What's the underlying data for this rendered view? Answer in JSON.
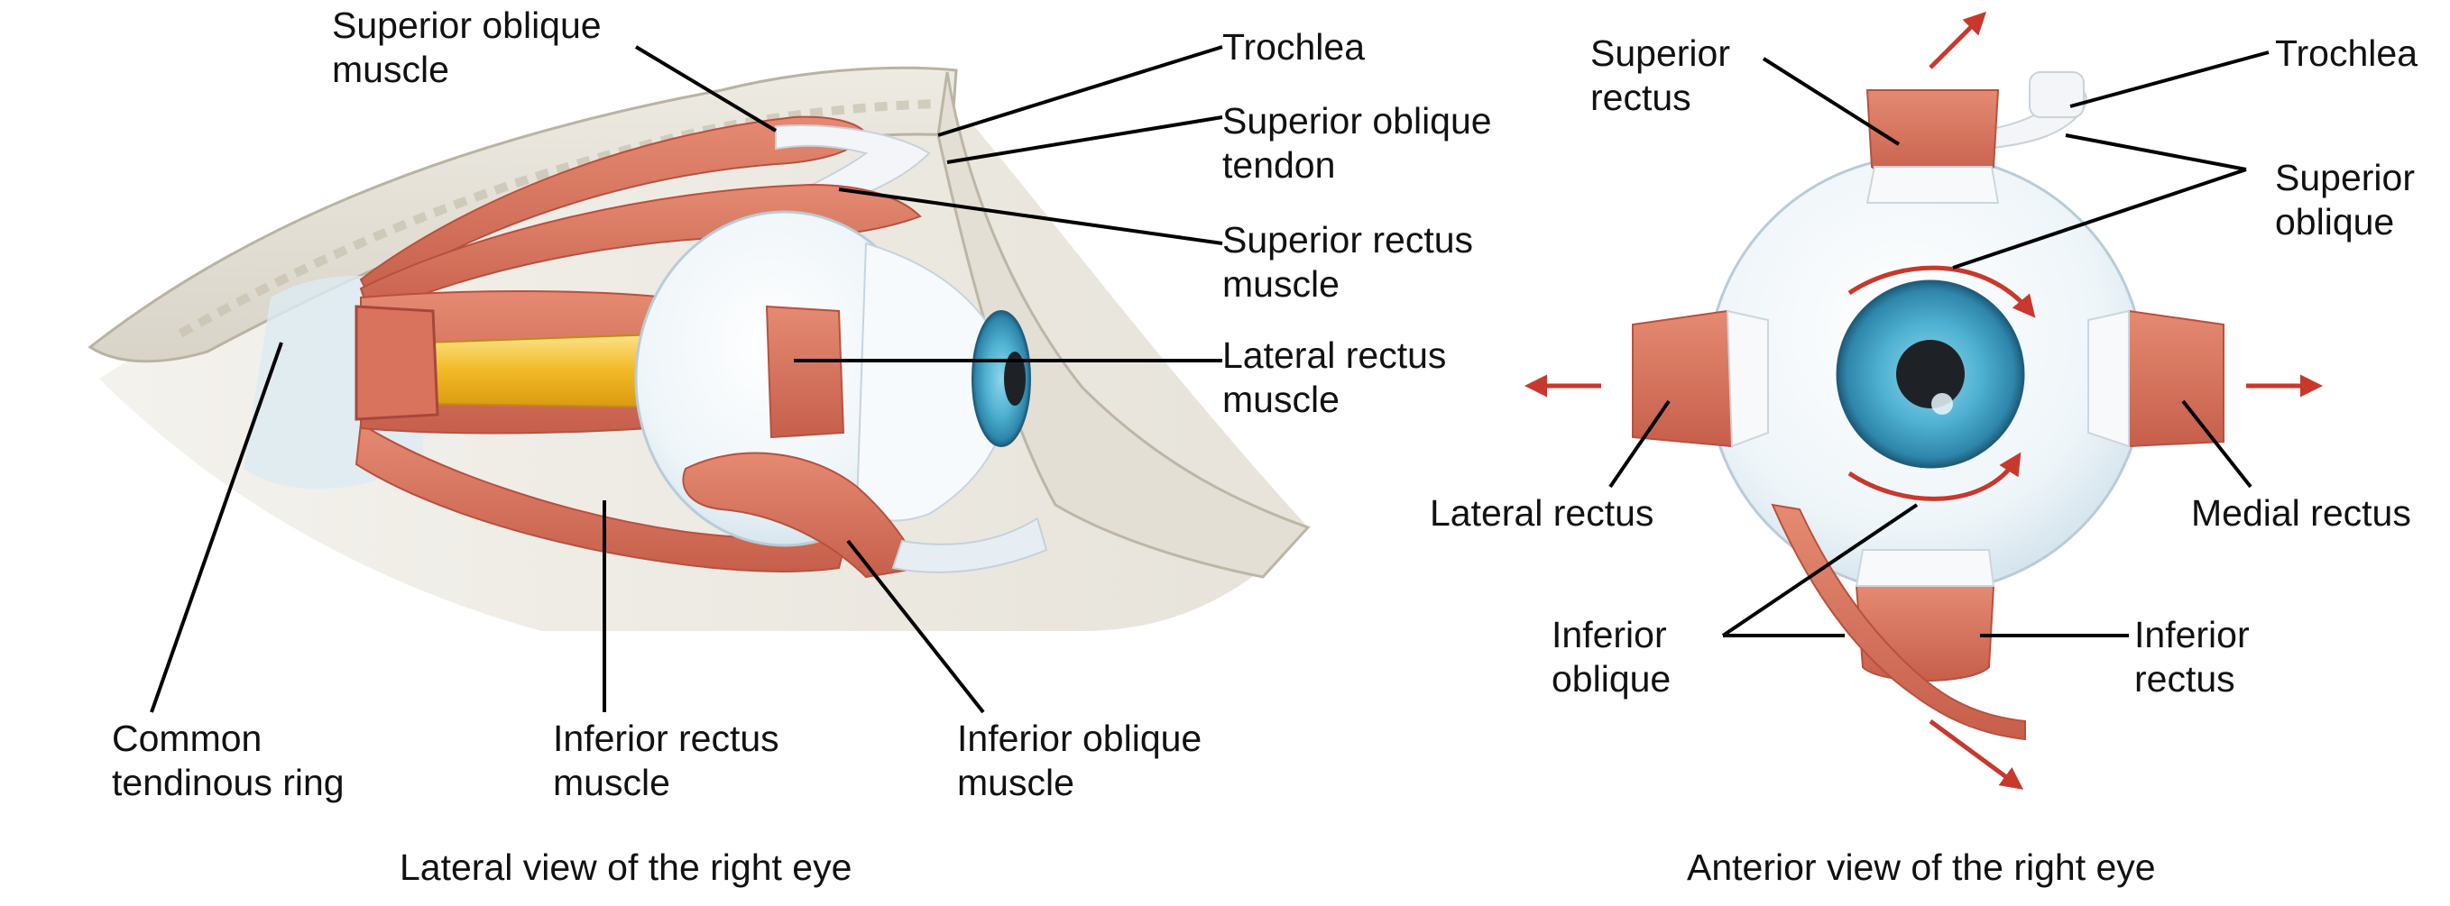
{
  "colors": {
    "muscle": "#D9735E",
    "muscle_dark": "#B9503E",
    "tendon": "#F3F5F8",
    "bone": "#E2DED4",
    "bone_edge": "#B9B3A3",
    "sclera": "#EEF5F9",
    "iris": "#3FA2C5",
    "pupil": "#1E2226",
    "nerve": "#F2B926",
    "arrow": "#C8382C",
    "leader": "#000000"
  },
  "lateral": {
    "caption": "Lateral view of the right eye",
    "labels": {
      "superior_oblique_muscle": [
        "Superior oblique",
        "muscle"
      ],
      "trochlea": "Trochlea",
      "superior_oblique_tendon": [
        "Superior oblique",
        "tendon"
      ],
      "superior_rectus_muscle": [
        "Superior rectus",
        "muscle"
      ],
      "lateral_rectus_muscle": [
        "Lateral rectus",
        "muscle"
      ],
      "common_tendinous_ring": [
        "Common",
        "tendinous ring"
      ],
      "inferior_rectus_muscle": [
        "Inferior rectus",
        "muscle"
      ],
      "inferior_oblique_muscle": [
        "Inferior oblique",
        "muscle"
      ]
    }
  },
  "anterior": {
    "caption": "Anterior view of the right eye",
    "labels": {
      "superior_rectus": [
        "Superior",
        "rectus"
      ],
      "trochlea": "Trochlea",
      "superior_oblique": [
        "Superior",
        "oblique"
      ],
      "lateral_rectus": "Lateral rectus",
      "medial_rectus": "Medial rectus",
      "inferior_oblique": [
        "Inferior",
        "oblique"
      ],
      "inferior_rectus": [
        "Inferior",
        "rectus"
      ]
    }
  }
}
